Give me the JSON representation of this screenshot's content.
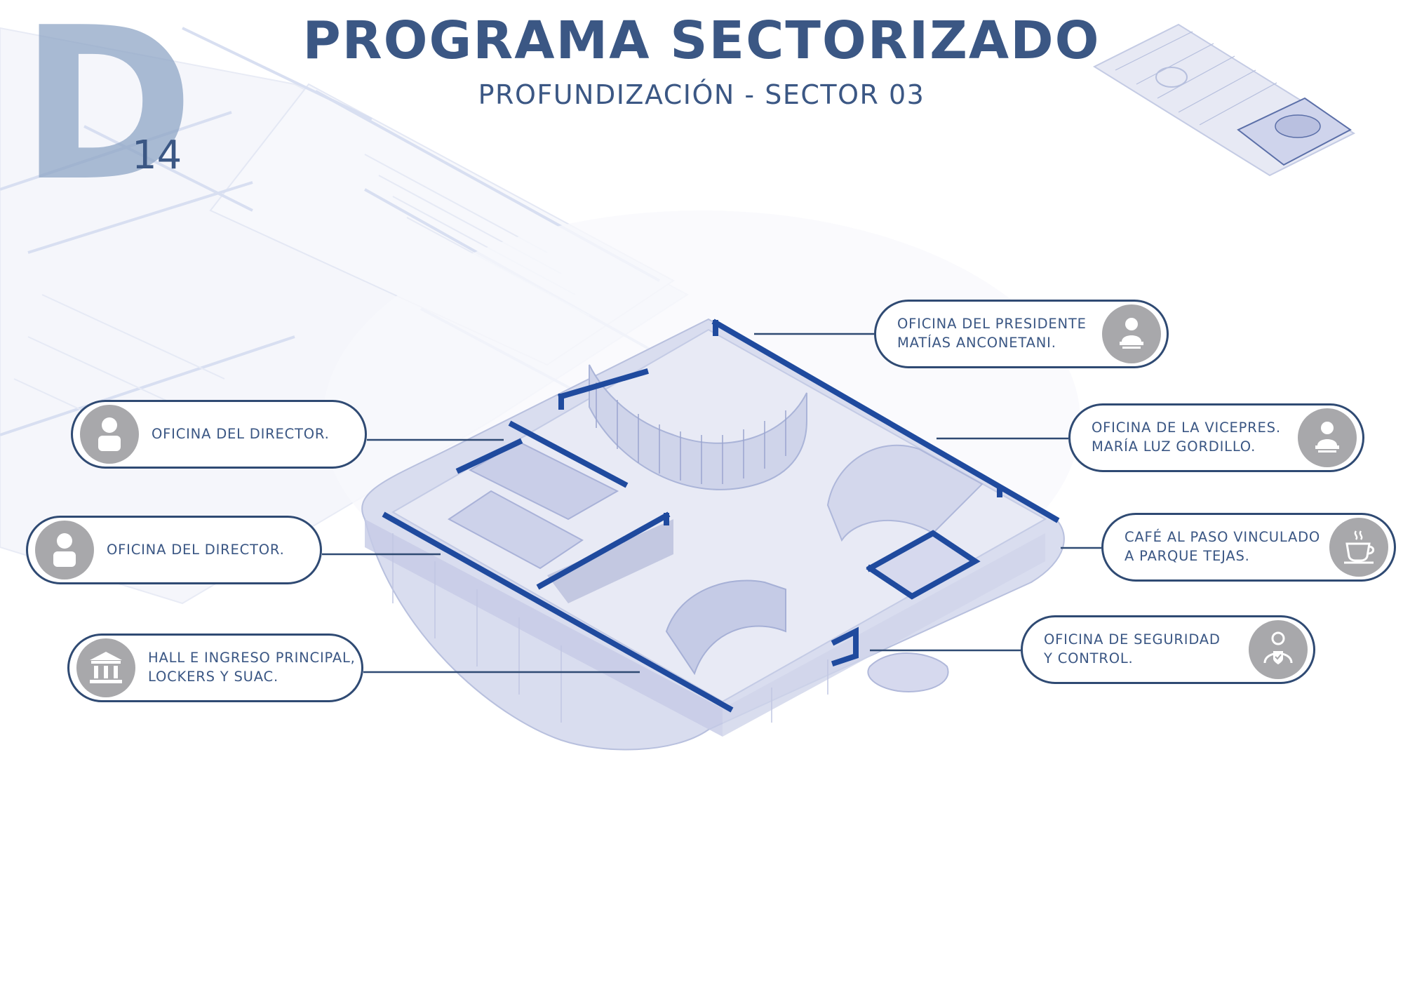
{
  "header": {
    "badge_letter": "D",
    "badge_number": "14",
    "title": "PROGRAMA SECTORIZADO",
    "subtitle": "PROFUNDIZACIÓN - SECTOR 03"
  },
  "colors": {
    "accent": "#1f4a9e",
    "text": "#3b5784",
    "border": "#2f4a73",
    "icon_bg": "#a8a8ab",
    "plan_fill": "#c8cde8"
  },
  "labels": [
    {
      "id": "presidente",
      "lines": [
        "OFICINA DEL PRESIDENTE",
        "MATÍAS ANCONETANI."
      ],
      "icon": "person-at-desk-icon"
    },
    {
      "id": "vicepres",
      "lines": [
        "OFICINA DE LA VICEPRES.",
        "MARÍA LUZ GORDILLO."
      ],
      "icon": "person-at-desk-icon"
    },
    {
      "id": "cafe",
      "lines": [
        "CAFÉ AL PASO VINCULADO",
        "A PARQUE TEJAS."
      ],
      "icon": "coffee-cup-icon"
    },
    {
      "id": "seguridad",
      "lines": [
        "OFICINA DE SEGURIDAD",
        "Y CONTROL."
      ],
      "icon": "security-guard-icon"
    },
    {
      "id": "director1",
      "lines": [
        "OFICINA DEL DIRECTOR."
      ],
      "icon": "person-icon"
    },
    {
      "id": "director2",
      "lines": [
        "OFICINA DEL DIRECTOR."
      ],
      "icon": "person-icon"
    },
    {
      "id": "hall",
      "lines": [
        "HALL E INGRESO PRINCIPAL,",
        "LOCKERS Y SUAC."
      ],
      "icon": "bank-building-icon"
    }
  ]
}
